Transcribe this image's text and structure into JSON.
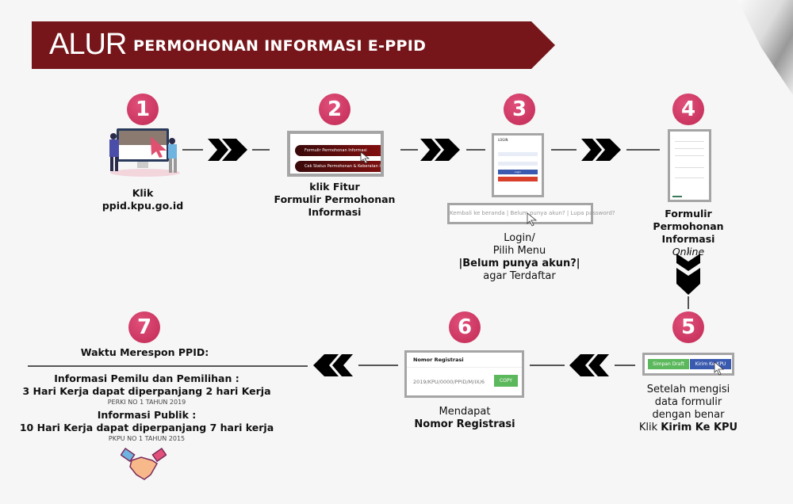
{
  "header": {
    "alur": "ALUR",
    "title": "PERMOHONAN INFORMASI E-PPID",
    "color": "#76161a"
  },
  "accent": "#c9305a",
  "steps": [
    {
      "number": "1",
      "line1": "Klik",
      "line2": "ppid.kpu.go.id"
    },
    {
      "number": "2",
      "line1": "klik Fitur",
      "line2": "Formulir Permohonan Informasi",
      "menu1": "Formulir Permohonan Informasi",
      "menu2": "Cek Status Permohonan & Keberatan Informasi"
    },
    {
      "number": "3",
      "line1": "Login/",
      "line2": "Pilih Menu",
      "line3": "|Belum punya akun?|",
      "line4": "agar Terdaftar",
      "login_title": "LOGIN",
      "login_button": "Login",
      "links": "Kembali ke beranda | Belum punya akun? | Lupa password?"
    },
    {
      "number": "4",
      "line1": "Formulir",
      "line2": "Permohonan Informasi",
      "line3": "Online"
    },
    {
      "number": "5",
      "line1": "Setelah mengisi",
      "line2": "data formulir",
      "line3": "dengan benar",
      "line4_pre": "Klik ",
      "line4_bold": "Kirim Ke KPU",
      "btn_draft": "Simpan Draft",
      "btn_send": "Kirim Ke KPU"
    },
    {
      "number": "6",
      "line1": "Mendapat",
      "line2": "Nomor Registrasi",
      "panel_title": "Nomor Registrasi",
      "reg_number": "2019/KPU/0000/PPID/M/IX/6",
      "copy": "COPY"
    },
    {
      "number": "7",
      "title": "Waktu Merespon PPID:",
      "h1": "Informasi Pemilu dan Pemilihan :",
      "d1": "3 Hari Kerja dapat diperpanjang 2 hari Kerja",
      "r1": "PERKI NO 1 TAHUN 2019",
      "h2": "Informasi Publik :",
      "d2": "10 Hari Kerja dapat diperpanjang 7 hari kerja",
      "r2": "PKPU NO 1 TAHUN 2015"
    }
  ]
}
